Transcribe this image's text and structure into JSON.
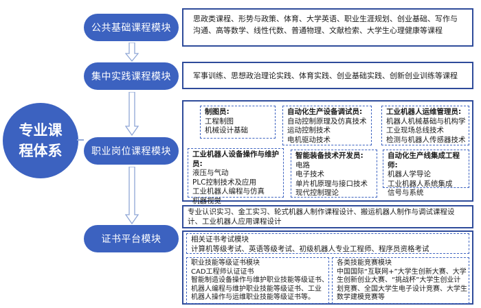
{
  "root": {
    "label": "专业课程体系"
  },
  "modules": [
    {
      "label": "公共基础课程模块"
    },
    {
      "label": "集中实践课程模块"
    },
    {
      "label": "职业岗位课程模块"
    },
    {
      "label": "证书平台模块"
    }
  ],
  "public_basic": {
    "text": "思政类课程、形势与政策、体育、大学英语、职业生涯规划、创业基础、写作与沟通、高等数学、线性代数、普通物理、文献检索、大学生心理健康等课程"
  },
  "practice": {
    "text": "军事训练、思想政治理论实践、体育实践、创业基础实践、创新创业训练等课程"
  },
  "job_boxes": [
    {
      "title": "制图员:",
      "lines": [
        "工程制图",
        "机械设计基础"
      ]
    },
    {
      "title": "自动化生产设备调试员:",
      "lines": [
        "自动控制原理及仿真技术",
        "运动控制技术",
        "电机驱动技术"
      ]
    },
    {
      "title": "工业机器人运维管理员:",
      "lines": [
        "机器人机械基础与机构学",
        "工业现场总线技术",
        "检测与机器人传感器技术"
      ]
    },
    {
      "title": "工业机器人设备操作与维护员:",
      "lines": [
        "液压与气动",
        "PLC控制技术及应用",
        "工业机器人编程与仿真",
        "机器视觉"
      ]
    },
    {
      "title": "智能装备技术开发员:",
      "lines": [
        "电路",
        "电子技术",
        "单片机原理与接口技术",
        "现代控制理论"
      ]
    },
    {
      "title": "自动化生产线集成工程师:",
      "lines": [
        "机器人学导论",
        "工业机器人系统集成",
        "信号与系统"
      ]
    }
  ],
  "job_practice": {
    "text": "专业认识实习、金工实习、轮式机器人制作课程设计、搬运机器人制作与调试课程设计、工业机器人应用课程设计"
  },
  "certificates": {
    "exam": {
      "title": "相关证书考试模块",
      "text": "计算机等级考试、英语等级考试、初级机器人专业工程师、程序员资格考试"
    },
    "skill": {
      "title": "职业技能等级证书模块",
      "lines": [
        "CAD工程师认证证书",
        "智能制造设备操作与维护职业技能等级证书、",
        "机器人编程与维护职业技能等级证书、工业",
        "机器人操作与运维职业技能等级证书等。"
      ]
    },
    "competition": {
      "title": "各类技能竞赛模块",
      "lines": [
        "中国国际“互联网+”大学生创新大赛、大学",
        "生创新创业大赛、“挑战杯”大学生创业计",
        "划竞赛、全国大学生电子设计竞赛、大学生",
        "数学建模竞赛等"
      ]
    }
  },
  "colors": {
    "module_fill": "#3c62c0",
    "panel_border": "#2e4b9a",
    "dash": "#3c62c0"
  }
}
